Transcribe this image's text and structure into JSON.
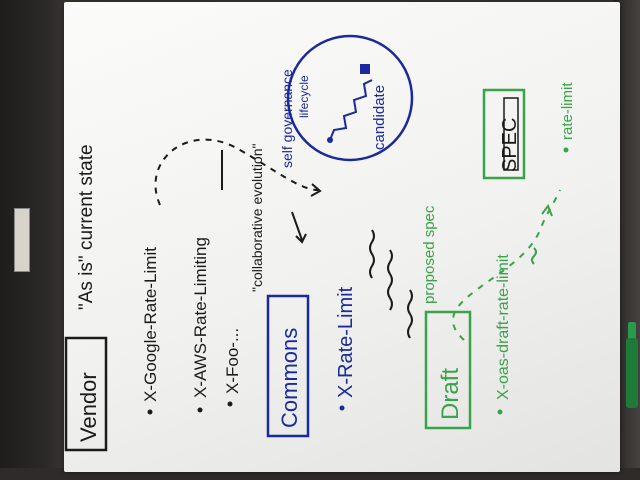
{
  "board": {
    "as_is_label": "\"As is\" current state",
    "vendor_box": "Vendor",
    "vendor_items": [
      "X-Google-Rate-Limit",
      "X-AWS-Rate-Limiting",
      "X-Foo-..."
    ],
    "collab_label": "\"collaborative evolution\"",
    "self_gov_label": "self governance",
    "commons_box": "Commons",
    "commons_item": "X-Rate-Limit",
    "lifecycle_label": "lifecycle",
    "candidate_label": "candidate",
    "proposed_label": "proposed spec",
    "draft_box": "Draft",
    "draft_item": "X-oas-draft-rate-limit",
    "spec_box": "SPEC",
    "spec_item": "rate-limit"
  },
  "colors": {
    "black_ink": "#1b1b1b",
    "blue_ink": "#1a2a9c",
    "green_ink": "#3aa34a",
    "paper": "#f6f6f4"
  }
}
